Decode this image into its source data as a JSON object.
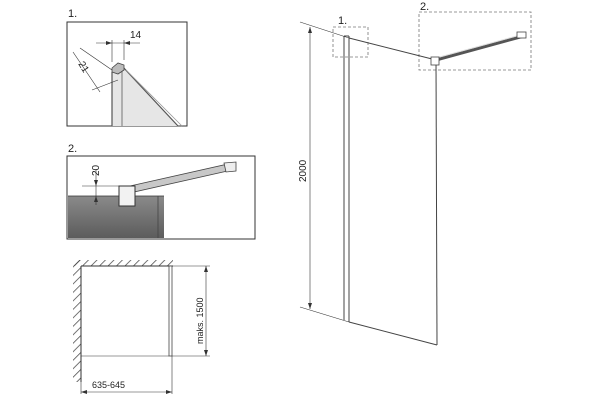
{
  "detail_1": {
    "number": "1.",
    "dim_width": "14",
    "dim_offset": "21"
  },
  "detail_2": {
    "number": "2.",
    "dim_height": "20"
  },
  "plan_view": {
    "dim_width": "635-645",
    "dim_max": "maks. 1500"
  },
  "main_view": {
    "callout_1": "1.",
    "callout_2": "2.",
    "dim_height": "2000"
  },
  "colors": {
    "line": "#333333",
    "frame": "#555555",
    "wall_fill": "#707070",
    "glass_fill": "#dcdcdc",
    "dashed_box": "#777777"
  }
}
